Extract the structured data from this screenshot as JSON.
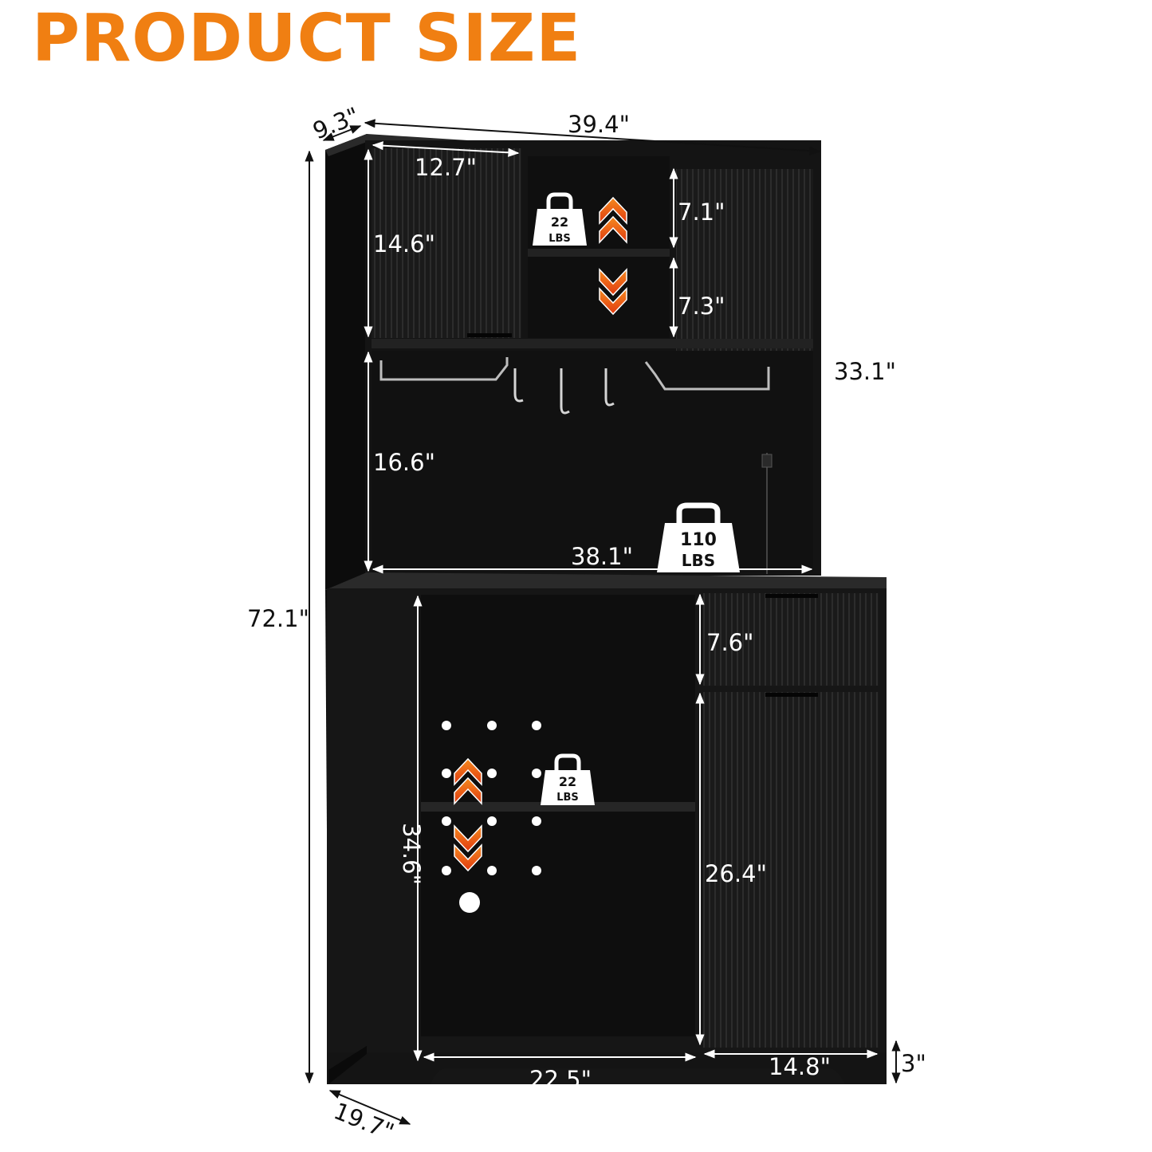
{
  "title": "PRODUCT SIZE",
  "dimensions": {
    "overall_depth_top": "9.3\"",
    "overall_width": "39.4\"",
    "upper_door_width": "12.7\"",
    "upper_door_height": "14.6\"",
    "upper_shelf_top": "7.1\"",
    "upper_shelf_bottom": "7.3\"",
    "hutch_height": "33.1\"",
    "open_back_height": "16.6\"",
    "counter_width": "38.1\"",
    "overall_height": "72.1\"",
    "drawer_height": "7.6\"",
    "lower_open_height": "34.6\"",
    "lower_door_height": "26.4\"",
    "lower_open_width": "22.5\"",
    "lower_door_width": "14.8\"",
    "base_height": "3\"",
    "base_depth": "19.7\""
  },
  "weights": {
    "upper_shelf": {
      "value": "22",
      "unit": "LBS"
    },
    "countertop": {
      "value": "110",
      "unit": "LBS"
    },
    "lower_shelf": {
      "value": "22",
      "unit": "LBS"
    }
  },
  "colors": {
    "title": "#f07f12",
    "cabinet": "#141414",
    "arrow_orange": "#f07f12",
    "arrow_red": "#e03a10"
  },
  "icons": [
    "weight-icon",
    "adjust-up-icon",
    "adjust-down-icon",
    "hook-icon",
    "glass-rack-icon",
    "peg-hole-icon"
  ]
}
